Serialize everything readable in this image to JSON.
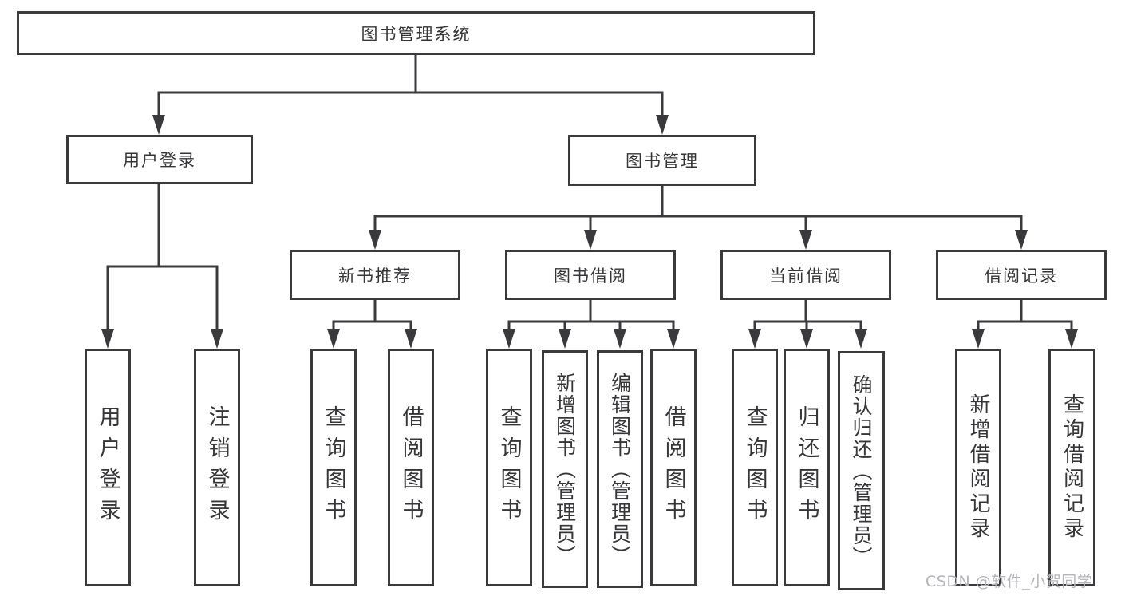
{
  "root": {
    "label": "图书管理系统"
  },
  "branches": [
    {
      "label": "用户登录",
      "children": [
        {
          "label": "用户登录"
        },
        {
          "label": "注销登录"
        }
      ]
    },
    {
      "label": "图书管理",
      "children": [
        {
          "label": "新书推荐",
          "children": [
            {
              "label": "查询图书"
            },
            {
              "label": "借阅图书"
            }
          ]
        },
        {
          "label": "图书借阅",
          "children": [
            {
              "label": "查询图书"
            },
            {
              "label": "新增图书（管理员）"
            },
            {
              "label": "编辑图书（管理员）"
            },
            {
              "label": "借阅图书"
            }
          ]
        },
        {
          "label": "当前借阅",
          "children": [
            {
              "label": "查询图书"
            },
            {
              "label": "归还图书"
            },
            {
              "label": "确认归还（管理员）"
            }
          ]
        },
        {
          "label": "借阅记录",
          "children": [
            {
              "label": "新增借阅记录"
            },
            {
              "label": "查询借阅记录"
            }
          ]
        }
      ]
    }
  ],
  "watermark": "CSDN @软件_小贺同学",
  "colors": {
    "line": "#3a3a3c",
    "text": "#363638",
    "background": "#ffffff",
    "watermark": "#b5b5b9"
  }
}
